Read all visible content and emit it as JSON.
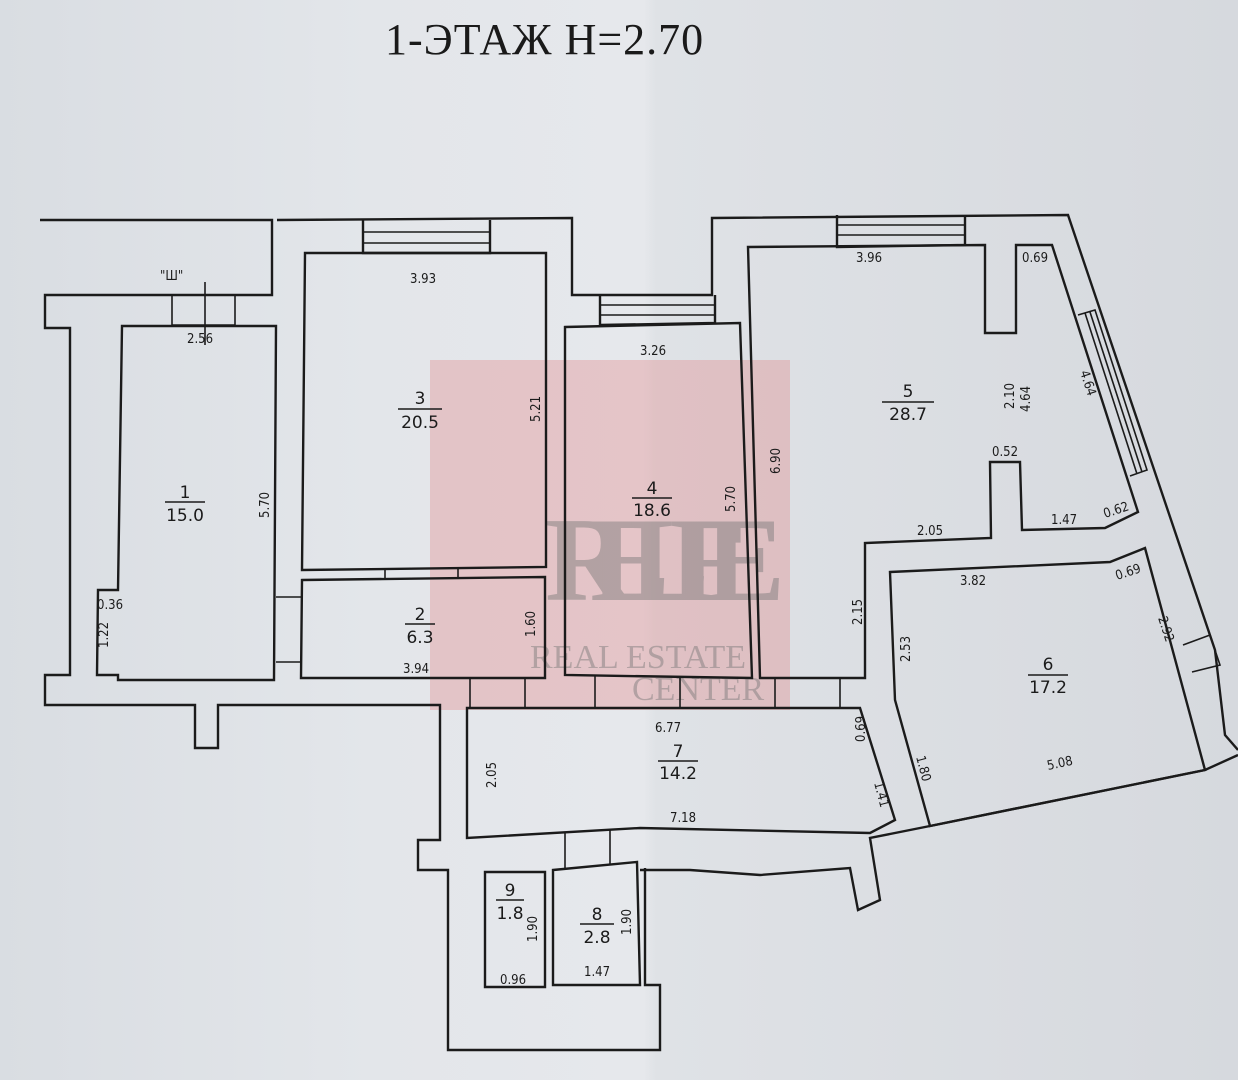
{
  "title": "1-ЭТАЖ H=2.70",
  "marker": "\"Ш\"",
  "watermark": {
    "brand": "RELIFE",
    "subtitle_1": "REAL ESTATE",
    "subtitle_2": "CENTER",
    "color": "#e46a6a"
  },
  "rooms": [
    {
      "number": "1",
      "area": "15.0"
    },
    {
      "number": "2",
      "area": "6.3"
    },
    {
      "number": "3",
      "area": "20.5"
    },
    {
      "number": "4",
      "area": "18.6"
    },
    {
      "number": "5",
      "area": "28.7"
    },
    {
      "number": "6",
      "area": "17.2"
    },
    {
      "number": "7",
      "area": "14.2"
    },
    {
      "number": "8",
      "area": "2.8"
    },
    {
      "number": "9",
      "area": "1.8"
    }
  ],
  "dimensions": {
    "r1_width": "2.56",
    "r1_length": "5.70",
    "r1_niche_w": "0.36",
    "r1_niche_h": "1.22",
    "r3_width": "3.93",
    "r3_length": "5.21",
    "r2_width": "3.94",
    "r2_length": "1.60",
    "r4_width": "3.26",
    "r4_length": "5.70",
    "r4_left": "6.90",
    "r5_width": "3.96",
    "r5_niche": "0.69",
    "r5_a": "2.10",
    "r5_b": "4.64",
    "r5_window": "4.64",
    "r5_c": "0.52",
    "r5_d": "2.05",
    "r5_e": "1.47",
    "r5_f": "0.62",
    "r5_g": "2.15",
    "r6_top": "3.82",
    "r6_corner": "0.69",
    "r6_right": "2.92",
    "r6_left": "2.53",
    "r6_bottom": "5.08",
    "r6_door": "1.80",
    "r7_top": "6.77",
    "r7_bottom": "7.18",
    "r7_left": "2.05",
    "r7_right": "0.69",
    "r7_diag": "1.41",
    "r9_h": "1.90",
    "r9_w": "0.96",
    "r8_h": "1.90",
    "r8_w": "1.47"
  }
}
